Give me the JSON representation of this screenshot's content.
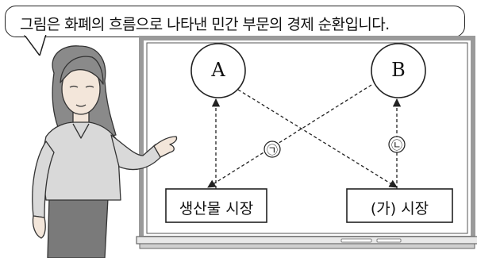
{
  "speech": {
    "text": "그림은 화폐의 흐름으로 나타낸 민간 부문의 경제 순환입니다."
  },
  "diagram": {
    "nodes": {
      "a": "A",
      "b": "B",
      "product_market": "생산물 시장",
      "ga_market": "(가) 시장"
    },
    "flows": {
      "giyeok": "㉠",
      "nieun": "㉡"
    }
  },
  "colors": {
    "line": "#222222",
    "board_frame": "#9a9a9a",
    "skin": "#f3e6da",
    "hair": "#8a8a8a",
    "blouse": "#d9d9d9",
    "skirt": "#7a7a7a"
  }
}
